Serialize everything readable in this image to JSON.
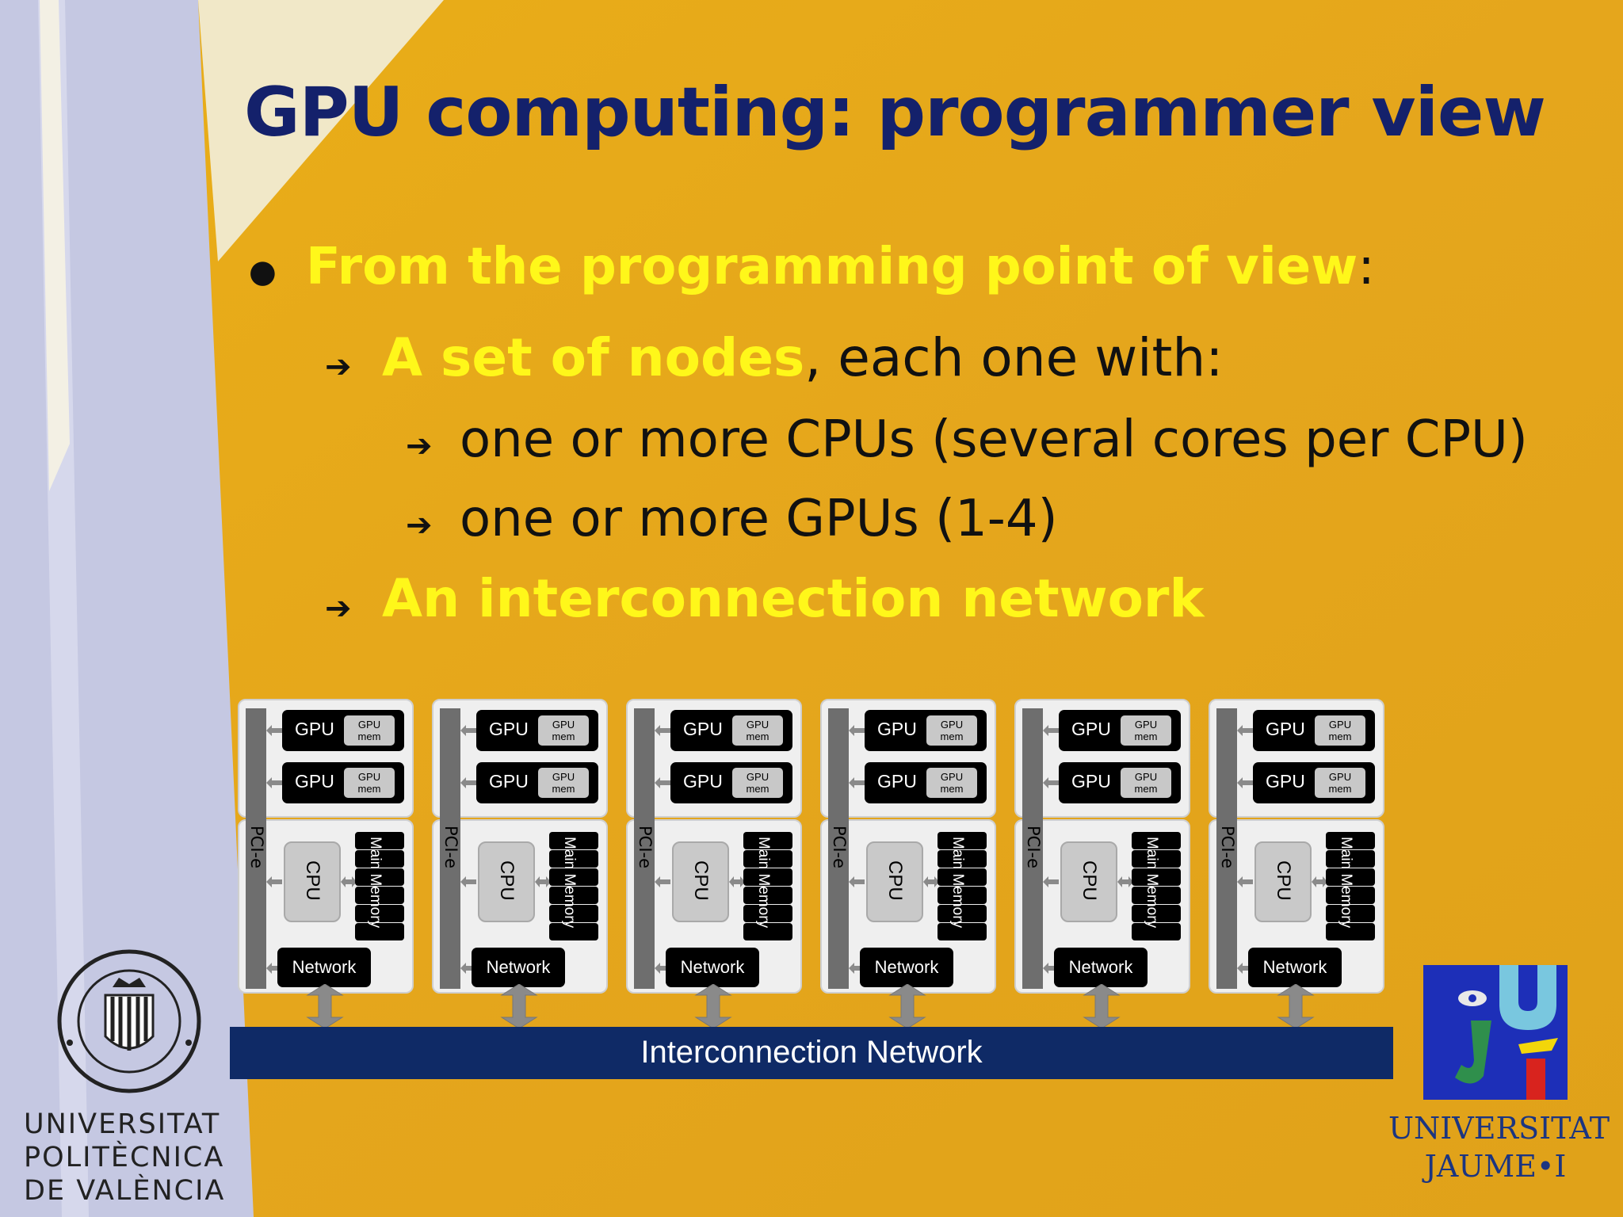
{
  "slide": {
    "title": "GPU computing: programmer view",
    "bullet": {
      "hl": "From the programming point of view",
      "tail": ":"
    },
    "sub1": {
      "hl": "A set of nodes",
      "tail": ", each one with:"
    },
    "sub1_items": [
      "one or more CPUs (several cores per CPU)",
      "one or more GPUs (1-4)"
    ],
    "sub2": {
      "hl": "An interconnection network"
    }
  },
  "diagram": {
    "node_count": 6,
    "node": {
      "gpu_label": "GPU",
      "gpu_mem_line1": "GPU",
      "gpu_mem_line2": "mem",
      "pcie_label": "PCI-e",
      "cpu_label": "CPU",
      "main_memory_label": "Main Memory",
      "network_label": "Network"
    },
    "interconnect_label": "Interconnection Network"
  },
  "logos": {
    "upv": {
      "lines": [
        "UNIVERSITAT",
        "POLITÈCNICA",
        "DE VALÈNCIA"
      ]
    },
    "uji": {
      "lines": [
        "UNIVERSITAT",
        "JAUME•I"
      ]
    }
  },
  "colors": {
    "title": "#14216b",
    "highlight": "#fff71a",
    "background": "#e7aa1a",
    "interconnect": "#0f2a66"
  }
}
